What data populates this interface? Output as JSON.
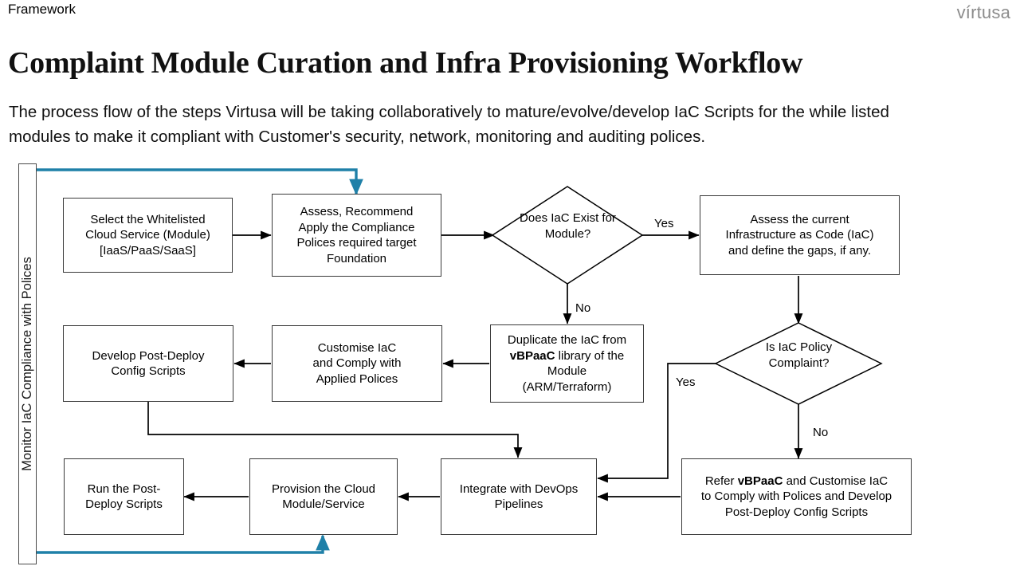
{
  "header": {
    "eyebrow": "Framework",
    "title": "Complaint Module Curation and Infra Provisioning Workflow",
    "logo": "vírtusa",
    "intro": "The process flow of the steps Virtusa will be taking collaboratively to mature/evolve/develop IaC Scripts for the while listed modules to make it compliant with Customer's security, network, monitoring and auditing polices."
  },
  "colors": {
    "accent_teal": "#1f80a8",
    "node_border": "#3a3a3a",
    "connector": "#000000",
    "logo_gray": "#8c8c8c"
  },
  "diagram": {
    "sidebar": {
      "label": "Monitor IaC Compliance with Polices"
    },
    "nodes": [
      {
        "id": "select-module",
        "shape": "rect",
        "line1": "Select the Whitelisted",
        "line2": "Cloud Service (Module)",
        "line3": "[IaaS/PaaS/SaaS]"
      },
      {
        "id": "assess-recommend",
        "shape": "rect",
        "line1": "Assess, Recommend",
        "line2": "Apply the Compliance",
        "line3": "Polices required target",
        "line4": "Foundation"
      },
      {
        "id": "does-iac-exist",
        "shape": "diamond",
        "line1": "Does IaC",
        "line2": "Exist for",
        "line3": "Module?"
      },
      {
        "id": "assess-current-iac",
        "shape": "rect",
        "line1": "Assess the current",
        "line2": "Infrastructure as Code (IaC)",
        "line3": "and define the gaps, if any."
      },
      {
        "id": "develop-post-deploy",
        "shape": "rect",
        "line1": "Develop Post-Deploy",
        "line2": "Config Scripts"
      },
      {
        "id": "customise-iac",
        "shape": "rect",
        "line1": "Customise IaC",
        "line2": "and Comply with",
        "line3": "Applied Polices"
      },
      {
        "id": "duplicate-iac",
        "shape": "rect",
        "line1": "Duplicate the IaC from",
        "line2_pre": "",
        "line2_bold": "vBPaaC",
        "line2_post": " library of the",
        "line3": "Module",
        "line4": "(ARM/Terraform)"
      },
      {
        "id": "is-iac-compliant",
        "shape": "diamond",
        "line1": "Is",
        "line2": "IaC Policy",
        "line3": "Complaint?"
      },
      {
        "id": "run-post-deploy",
        "shape": "rect",
        "line1": "Run the Post-",
        "line2": "Deploy Scripts"
      },
      {
        "id": "provision-cloud",
        "shape": "rect",
        "line1": "Provision the Cloud",
        "line2": "Module/Service"
      },
      {
        "id": "integrate-devops",
        "shape": "rect",
        "line1": "Integrate with DevOps",
        "line2": "Pipelines"
      },
      {
        "id": "refer-vbpaac",
        "shape": "rect",
        "line1_pre": "Refer ",
        "line1_bold": "vBPaaC",
        "line1_post": " and Customise IaC",
        "line2": "to Comply with Polices and Develop",
        "line3": "Post-Deploy Config Scripts"
      }
    ],
    "edge_labels": {
      "exist_yes": "Yes",
      "exist_no": "No",
      "compliant_yes": "Yes",
      "compliant_no": "No"
    }
  }
}
